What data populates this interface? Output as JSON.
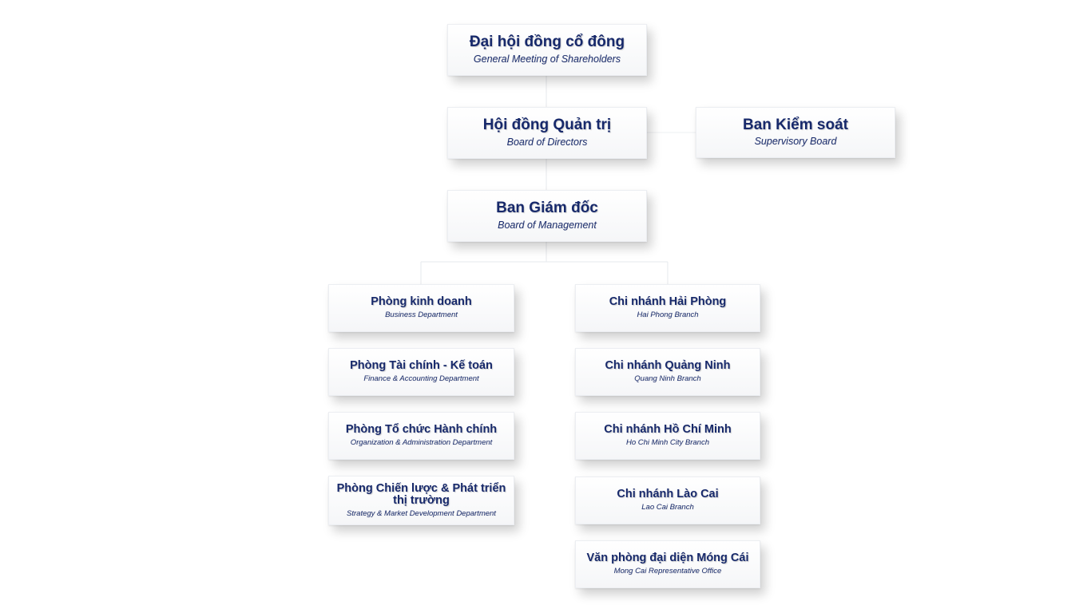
{
  "nodes": {
    "shareholders": {
      "title": "Đại hội đồng cổ đông",
      "subtitle": "General Meeting of Shareholders"
    },
    "directors": {
      "title": "Hội đồng Quản trị",
      "subtitle": "Board of Directors"
    },
    "supervisory": {
      "title": "Ban Kiểm soát",
      "subtitle": "Supervisory Board"
    },
    "management": {
      "title": "Ban Giám đốc",
      "subtitle": "Board of Management"
    }
  },
  "departments": [
    {
      "title": "Phòng kinh doanh",
      "subtitle": "Business Department"
    },
    {
      "title": "Phòng Tài chính - Kế toán",
      "subtitle": "Finance & Accounting Department"
    },
    {
      "title": "Phòng Tổ chức Hành chính",
      "subtitle": "Organization & Administration Department"
    },
    {
      "title": "Phòng Chiến lược & Phát triển thị trường",
      "subtitle": "Strategy & Market Development Department"
    }
  ],
  "branches": [
    {
      "title": "Chi nhánh Hải Phòng",
      "subtitle": "Hai Phong Branch"
    },
    {
      "title": "Chi nhánh Quảng Ninh",
      "subtitle": "Quang Ninh Branch"
    },
    {
      "title": "Chi nhánh Hồ Chí Minh",
      "subtitle": "Ho Chi Minh City Branch"
    },
    {
      "title": "Chi nhánh Lào Cai",
      "subtitle": "Lao Cai Branch"
    },
    {
      "title": "Văn phòng đại diện Móng Cái",
      "subtitle": "Mong Cai Representative Office"
    }
  ],
  "colors": {
    "text": "#17296b",
    "connector": "#e6e8ec",
    "box_background": "#f5f6f8"
  }
}
